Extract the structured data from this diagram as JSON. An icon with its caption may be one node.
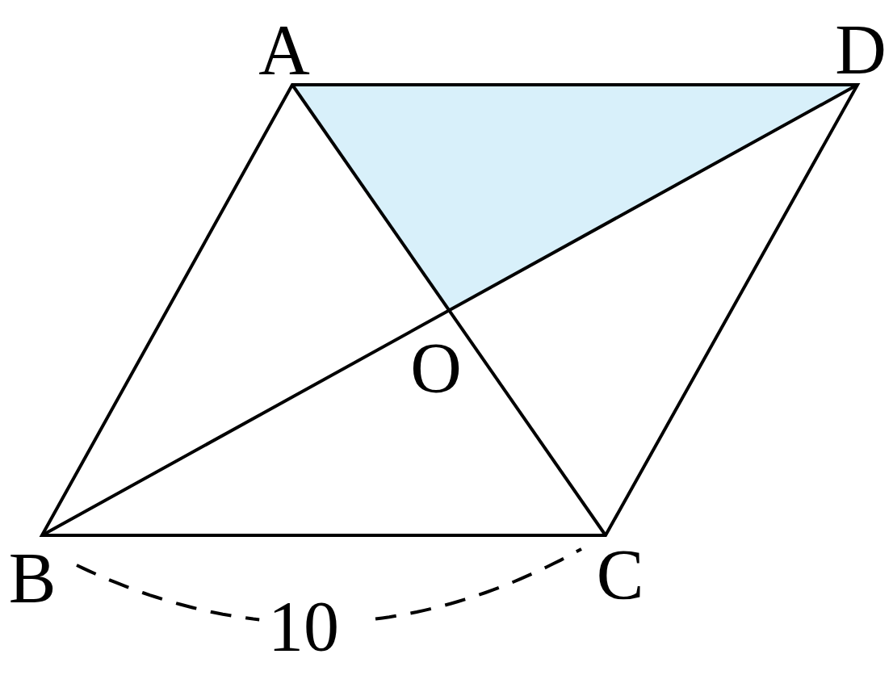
{
  "diagram": {
    "labels": [
      "A",
      "D",
      "O",
      "B",
      "C",
      "10"
    ]
  }
}
